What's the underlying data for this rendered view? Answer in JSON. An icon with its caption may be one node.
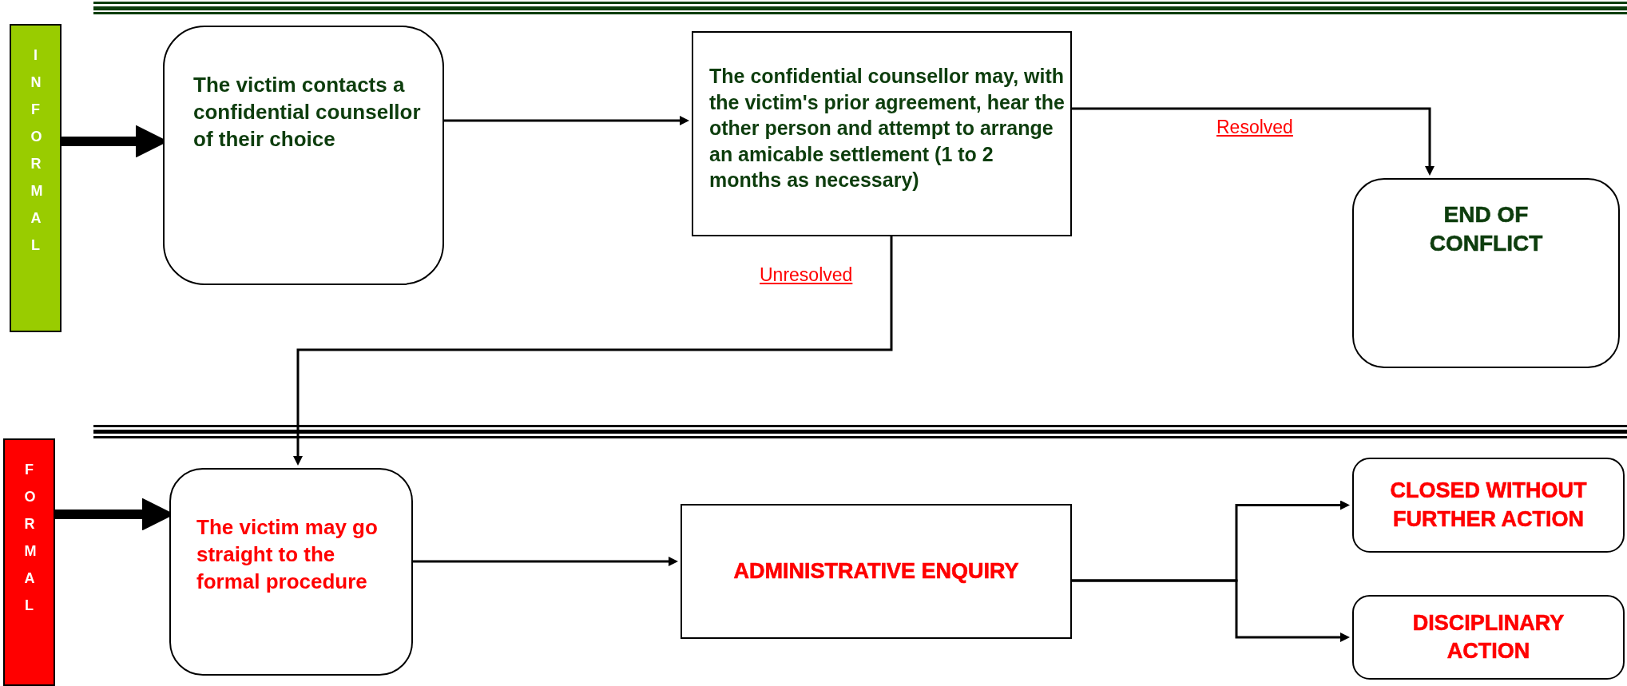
{
  "diagram": {
    "nodes": [
      {
        "text": [
          "INFORMAL"
        ]
      },
      {
        "text": [
          "The victim contacts a confidential counsellor of their choice"
        ]
      },
      {
        "text": [
          "The confidential counsellor may, with the victim's prior agreement, hear the other person and attempt to arrange an amicable settlement (1 to 2 months as necessary)"
        ]
      },
      {
        "text": [
          "END OF CONFLICT"
        ]
      },
      {
        "text": [
          "FORMAL"
        ]
      },
      {
        "text": [
          "The victim may go straight to the formal procedure"
        ]
      },
      {
        "text": [
          "ADMINISTRATIVE ENQUIRY"
        ]
      },
      {
        "text": [
          "CLOSED WITHOUT FURTHER ACTION"
        ]
      },
      {
        "text": [
          "DISCIPLINARY ACTION"
        ]
      }
    ],
    "edges": [
      {
        "from": 0,
        "to": 1,
        "arrow": "to",
        "style": "thick"
      },
      {
        "from": 1,
        "to": 2,
        "arrow": "to"
      },
      {
        "from": 2,
        "to": 3,
        "arrow": "to",
        "label": "Resolved"
      },
      {
        "from": 2,
        "to": 5,
        "arrow": "to",
        "label": "Unresolved"
      },
      {
        "from": 4,
        "to": 5,
        "arrow": "to",
        "style": "thick"
      },
      {
        "from": 5,
        "to": 6,
        "arrow": "to"
      },
      {
        "from": 6,
        "to": 7,
        "arrow": "to"
      },
      {
        "from": 6,
        "to": 8,
        "arrow": "to"
      }
    ]
  }
}
